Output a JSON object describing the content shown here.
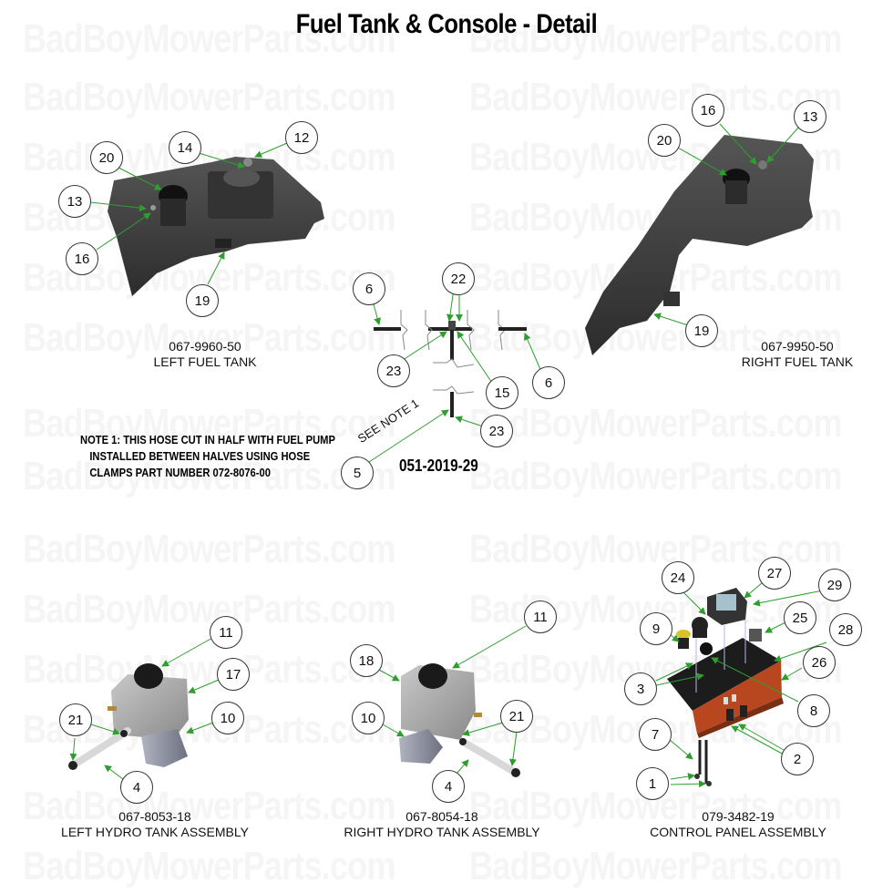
{
  "title": "Fuel Tank & Console - Detail",
  "watermark": "BadBoyMowerParts.com",
  "colors": {
    "leader_line": "#2e9e2e",
    "tank_body": "#3a3a3a",
    "panel_orange": "#b8471f",
    "panel_black": "#1c1c1c",
    "hydro_gray": "#a7a7a7",
    "watermark": "#f5f5f5"
  },
  "assemblies": [
    {
      "id": "left-fuel-tank",
      "part_number": "067-9960-50",
      "name": "LEFT FUEL TANK",
      "callouts": [
        "20",
        "14",
        "12",
        "13",
        "16",
        "19"
      ]
    },
    {
      "id": "right-fuel-tank",
      "part_number": "067-9950-50",
      "name": "RIGHT FUEL TANK",
      "callouts": [
        "16",
        "13",
        "20",
        "19"
      ]
    },
    {
      "id": "hose-assembly",
      "part_number": "051-2019-29",
      "name": "",
      "see_note": "SEE NOTE 1",
      "callouts": [
        "6",
        "22",
        "6",
        "23",
        "15",
        "23",
        "5"
      ]
    },
    {
      "id": "left-hydro-tank",
      "part_number": "067-8053-18",
      "name": "LEFT HYDRO TANK ASSEMBLY",
      "callouts": [
        "11",
        "17",
        "21",
        "10",
        "4"
      ]
    },
    {
      "id": "right-hydro-tank",
      "part_number": "067-8054-18",
      "name": "RIGHT HYDRO TANK ASSEMBLY",
      "callouts": [
        "11",
        "18",
        "10",
        "21",
        "4"
      ]
    },
    {
      "id": "control-panel",
      "part_number": "079-3482-19",
      "name": "CONTROL PANEL ASSEMBLY",
      "callouts": [
        "24",
        "27",
        "29",
        "9",
        "25",
        "28",
        "26",
        "3",
        "8",
        "7",
        "2",
        "1"
      ]
    }
  ],
  "note": {
    "line1": "NOTE 1: THIS HOSE CUT IN HALF WITH FUEL PUMP",
    "line2": "INSTALLED BETWEEN HALVES USING HOSE",
    "line3": "CLAMPS PART NUMBER 072-8076-00"
  }
}
